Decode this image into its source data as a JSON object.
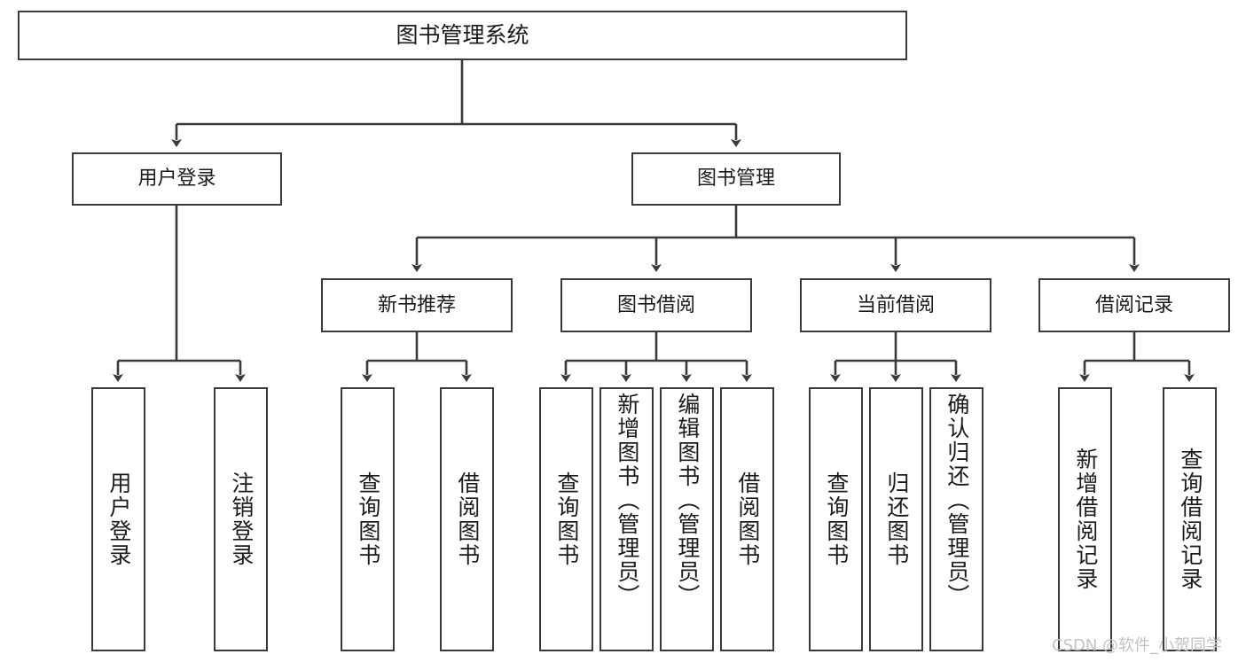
{
  "diagram": {
    "type": "hierarchy-tree",
    "title": "图书管理系统",
    "watermark": "CSDN @软件_小贺同学",
    "root": {
      "id": "root",
      "label": "图书管理系统"
    },
    "level2": [
      {
        "id": "user-login",
        "label": "用户登录"
      },
      {
        "id": "book-management",
        "label": "图书管理"
      }
    ],
    "level3": [
      {
        "id": "new-book-recommend",
        "label": "新书推荐",
        "parent": "book-management"
      },
      {
        "id": "book-borrow",
        "label": "图书借阅",
        "parent": "book-management"
      },
      {
        "id": "current-borrow",
        "label": "当前借阅",
        "parent": "book-management"
      },
      {
        "id": "borrow-record",
        "label": "借阅记录",
        "parent": "book-management"
      }
    ],
    "leaves": [
      {
        "id": "leaf-user-login",
        "label": "用户登录",
        "parent": "user-login"
      },
      {
        "id": "leaf-logout-login",
        "label": "注销登录",
        "parent": "user-login"
      },
      {
        "id": "leaf-query-book-1",
        "label": "查询图书",
        "parent": "new-book-recommend"
      },
      {
        "id": "leaf-borrow-book-1",
        "label": "借阅图书",
        "parent": "new-book-recommend"
      },
      {
        "id": "leaf-query-book-2",
        "label": "查询图书",
        "parent": "book-borrow"
      },
      {
        "id": "leaf-add-book",
        "label": "新增图书（管理员）",
        "parent": "book-borrow"
      },
      {
        "id": "leaf-edit-book",
        "label": "编辑图书（管理员）",
        "parent": "book-borrow"
      },
      {
        "id": "leaf-borrow-book-2",
        "label": "借阅图书",
        "parent": "book-borrow"
      },
      {
        "id": "leaf-query-book-3",
        "label": "查询图书",
        "parent": "current-borrow"
      },
      {
        "id": "leaf-return-book",
        "label": "归还图书",
        "parent": "current-borrow"
      },
      {
        "id": "leaf-confirm-return",
        "label": "确认归还（管理员）",
        "parent": "current-borrow"
      },
      {
        "id": "leaf-add-record",
        "label": "新增借阅记录",
        "parent": "borrow-record"
      },
      {
        "id": "leaf-query-record",
        "label": "查询借阅记录",
        "parent": "borrow-record"
      }
    ],
    "colors": {
      "stroke": "#3a3a3a",
      "text": "#1b1b1b",
      "background": "#ffffff",
      "watermark": "#c2c2c2"
    }
  }
}
